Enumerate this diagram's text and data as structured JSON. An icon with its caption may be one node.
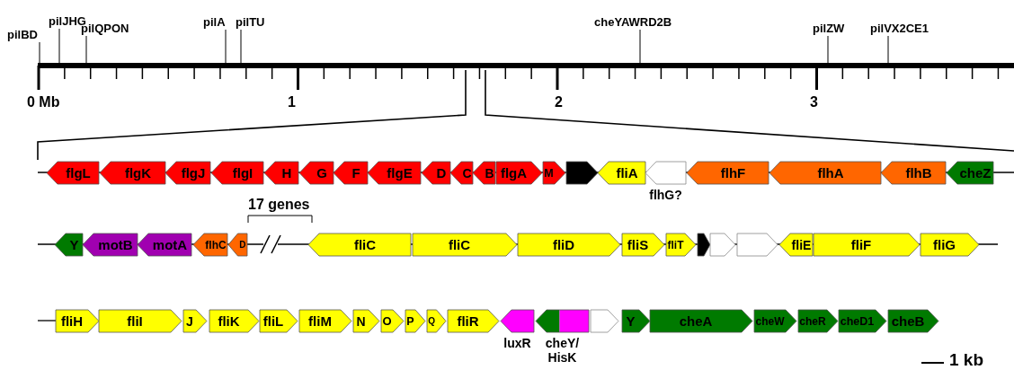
{
  "diagram": {
    "nodes": [
      {
        "text": [
          "pilBD"
        ]
      },
      {
        "text": [
          "pilJHG"
        ]
      },
      {
        "text": [
          "pilQPON"
        ]
      },
      {
        "text": [
          "pilA"
        ]
      },
      {
        "text": [
          "pilTU"
        ]
      },
      {
        "text": [
          "cheYAWRD2B"
        ]
      },
      {
        "text": [
          "pilZW"
        ]
      },
      {
        "text": [
          "pilVX2CE1"
        ]
      },
      {
        "text": [],
        "shape": "bar"
      },
      {
        "text": [
          "flgL"
        ]
      },
      {
        "text": [
          "flgK"
        ]
      },
      {
        "text": [
          "flgJ"
        ]
      },
      {
        "text": [
          "flgI"
        ]
      },
      {
        "text": [
          "H"
        ]
      },
      {
        "text": [
          "G"
        ]
      },
      {
        "text": [
          "F"
        ]
      },
      {
        "text": [
          "flgE"
        ]
      },
      {
        "text": [
          "D"
        ]
      },
      {
        "text": [
          "C"
        ]
      },
      {
        "text": [
          "B"
        ]
      },
      {
        "text": [
          "flgA"
        ]
      },
      {
        "text": [
          "M"
        ]
      },
      {
        "text": [],
        "shape": "arrow"
      },
      {
        "text": [
          "fliA"
        ]
      },
      {
        "text": [],
        "shape": "arrow",
        "beside": [
          "flhG?"
        ]
      },
      {
        "text": [
          "flhF"
        ]
      },
      {
        "text": [
          "flhA"
        ]
      },
      {
        "text": [
          "flhB"
        ]
      },
      {
        "text": [
          "cheZ"
        ]
      },
      {
        "text": [
          "Y"
        ]
      },
      {
        "text": [
          "motB"
        ]
      },
      {
        "text": [
          "motA"
        ]
      },
      {
        "text": [
          "flhC"
        ]
      },
      {
        "text": [
          "D"
        ]
      },
      {
        "text": [
          "fliC"
        ]
      },
      {
        "text": [
          "fliC"
        ]
      },
      {
        "text": [
          "fliD"
        ]
      },
      {
        "text": [
          "fliS"
        ]
      },
      {
        "text": [
          "fliT"
        ]
      },
      {
        "text": [],
        "shape": "arrow"
      },
      {
        "text": [],
        "shape": "arrow"
      },
      {
        "text": [],
        "shape": "arrow"
      },
      {
        "text": [
          "fliE"
        ]
      },
      {
        "text": [
          "fliF"
        ]
      },
      {
        "text": [
          "fliG"
        ]
      },
      {
        "text": [
          "fliH"
        ]
      },
      {
        "text": [
          "fliI"
        ]
      },
      {
        "text": [
          "J"
        ]
      },
      {
        "text": [
          "fliK"
        ]
      },
      {
        "text": [
          "fliL"
        ]
      },
      {
        "text": [
          "fliM"
        ]
      },
      {
        "text": [
          "N"
        ]
      },
      {
        "text": [
          "O"
        ]
      },
      {
        "text": [
          "P"
        ]
      },
      {
        "text": [
          "Q"
        ]
      },
      {
        "text": [
          "fliR"
        ]
      },
      {
        "text": [],
        "shape": "arrow",
        "beside": [
          "luxR"
        ]
      },
      {
        "text": [],
        "shape": "arrow",
        "beside": [
          "cheY/ HisK"
        ]
      },
      {
        "text": [],
        "shape": "arrow"
      },
      {
        "text": [
          "Y"
        ]
      },
      {
        "text": [
          "cheA"
        ]
      },
      {
        "text": [
          "cheW"
        ]
      },
      {
        "text": [
          "cheR"
        ]
      },
      {
        "text": [
          "cheD1"
        ]
      },
      {
        "text": [
          "cheB"
        ]
      }
    ],
    "edges": [
      {
        "from": 0,
        "to": 8,
        "arrow": "none"
      },
      {
        "from": 1,
        "to": 8,
        "arrow": "none"
      },
      {
        "from": 2,
        "to": 8,
        "arrow": "none"
      },
      {
        "from": 3,
        "to": 8,
        "arrow": "none"
      },
      {
        "from": 4,
        "to": 8,
        "arrow": "none"
      },
      {
        "from": 5,
        "to": 8,
        "arrow": "none"
      },
      {
        "from": 6,
        "to": 8,
        "arrow": "none"
      },
      {
        "from": 7,
        "to": 8,
        "arrow": "none"
      }
    ],
    "labels": [
      "0 Mb",
      "1",
      "2",
      "3",
      "17 genes",
      "1 kb"
    ]
  }
}
